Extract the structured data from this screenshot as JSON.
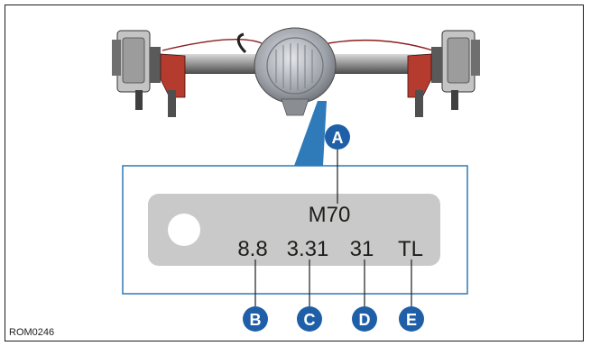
{
  "figure_ref": "ROM0246",
  "tag": {
    "line1": "M70",
    "line2": [
      "8.8",
      "3.31",
      "31",
      "TL"
    ]
  },
  "callouts": [
    "A",
    "B",
    "C",
    "D",
    "E"
  ],
  "colors": {
    "callout": "#1f5fa8",
    "callout_text": "#ffffff",
    "tag_plate": "#c9c9c9",
    "detail_border": "#2f7ab8",
    "axle_body": "#8e8e8e",
    "leader": "#1d1d1b"
  }
}
